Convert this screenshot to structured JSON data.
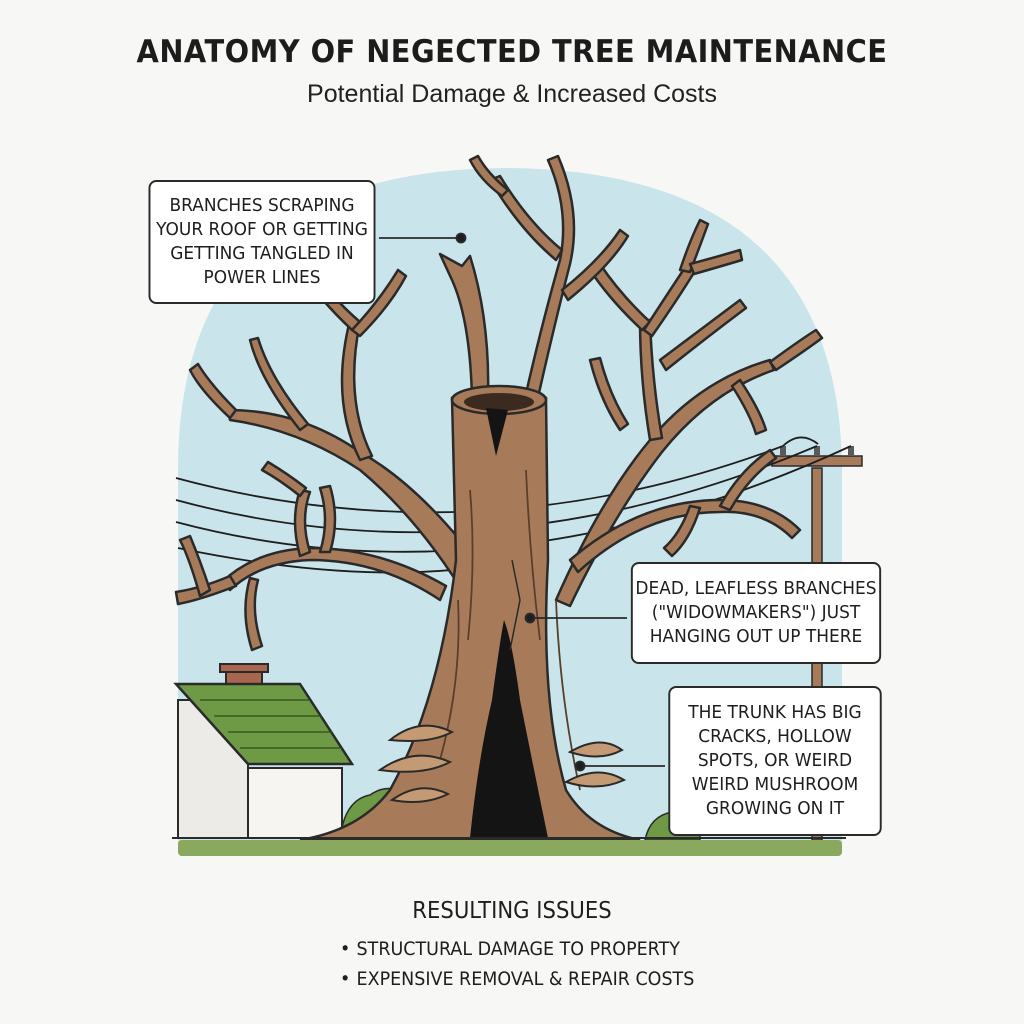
{
  "header": {
    "title": "ANATOMY OF NEGECTED TREE MAINTENANCE",
    "subtitle": "Potential Damage & Increased Costs"
  },
  "callouts": {
    "roof": {
      "lines": [
        "BRANCHES SCRAPING",
        "YOUR ROOF OR GETTING",
        "GETTING TANGLED IN",
        "POWER LINES"
      ]
    },
    "dead_branches": {
      "lines": [
        "DEAD, LEAFLESS BRANCHES",
        "(\"WIDOWMAKERS\") JUST",
        "HANGING OUT UP THERE"
      ]
    },
    "trunk": {
      "lines": [
        "THE TRUNK HAS BIG",
        "CRACKS, HOLLOW",
        "SPOTS, OR WEIRD",
        "WEIRD MUSHROOM",
        "GROWING ON IT"
      ]
    }
  },
  "issues": {
    "title": "RESULTING ISSUES",
    "bullet": "•",
    "items": [
      "STRUCTURAL DAMAGE TO PROPERTY",
      "EXPENSIVE REMOVAL & REPAIR COSTS"
    ]
  },
  "colors": {
    "sky": "#c9e4ea",
    "bark": "#a77b5a",
    "outline": "#2a2a2a",
    "roof": "#6f9a45",
    "grass": "#8aa85e",
    "hollow": "#141414"
  }
}
